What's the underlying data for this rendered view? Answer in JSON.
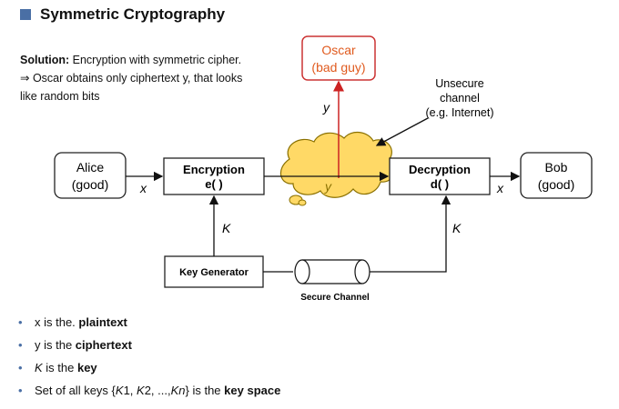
{
  "title": "Symmetric Cryptography",
  "solution": {
    "label": "Solution:",
    "line1": "Encryption with symmetric cipher.",
    "line2": "⇒ Oscar obtains only ciphertext y, that looks",
    "line3": "like random bits"
  },
  "nodes": {
    "oscar": [
      "Oscar",
      "(bad guy)"
    ],
    "alice": [
      "Alice",
      "(good)"
    ],
    "bob": [
      "Bob",
      "(good)"
    ],
    "encryption": [
      "Encryption",
      "e( )"
    ],
    "decryption": [
      "Decryption",
      "d( )"
    ],
    "keygen": "Key Generator"
  },
  "labels": {
    "x_left": "x",
    "x_right": "x",
    "y_cloud": "y",
    "y_up": "y",
    "k_left": "K",
    "k_right": "K",
    "unsecure": [
      "Unsecure",
      "channel",
      "(e.g. Internet)"
    ],
    "secure_channel": "Secure Channel"
  },
  "colors": {
    "oscar": "#e05a1e",
    "oscar_border": "#cc3333",
    "arrow_red": "#cc2222",
    "cloud_fill": "#ffd966",
    "cloud_stroke": "#8a7000",
    "y_cloud": "#8a7000",
    "bullet": "#4a6fa5"
  },
  "bullets": [
    {
      "parts": [
        {
          "t": "x is the. "
        },
        {
          "t": "plaintext",
          "b": true
        }
      ]
    },
    {
      "parts": [
        {
          "t": "y is the "
        },
        {
          "t": "ciphertext",
          "b": true
        }
      ]
    },
    {
      "parts": [
        {
          "t": "K",
          "i": true
        },
        {
          "t": " is the "
        },
        {
          "t": "key",
          "b": true
        }
      ]
    },
    {
      "parts": [
        {
          "t": "Set of all keys {"
        },
        {
          "t": "K",
          "i": true
        },
        {
          "t": "1, "
        },
        {
          "t": "K",
          "i": true
        },
        {
          "t": "2, ...,"
        },
        {
          "t": "Kn",
          "i": true
        },
        {
          "t": "} is the "
        },
        {
          "t": "key space",
          "b": true
        }
      ]
    }
  ],
  "bullet_symbol": "•"
}
